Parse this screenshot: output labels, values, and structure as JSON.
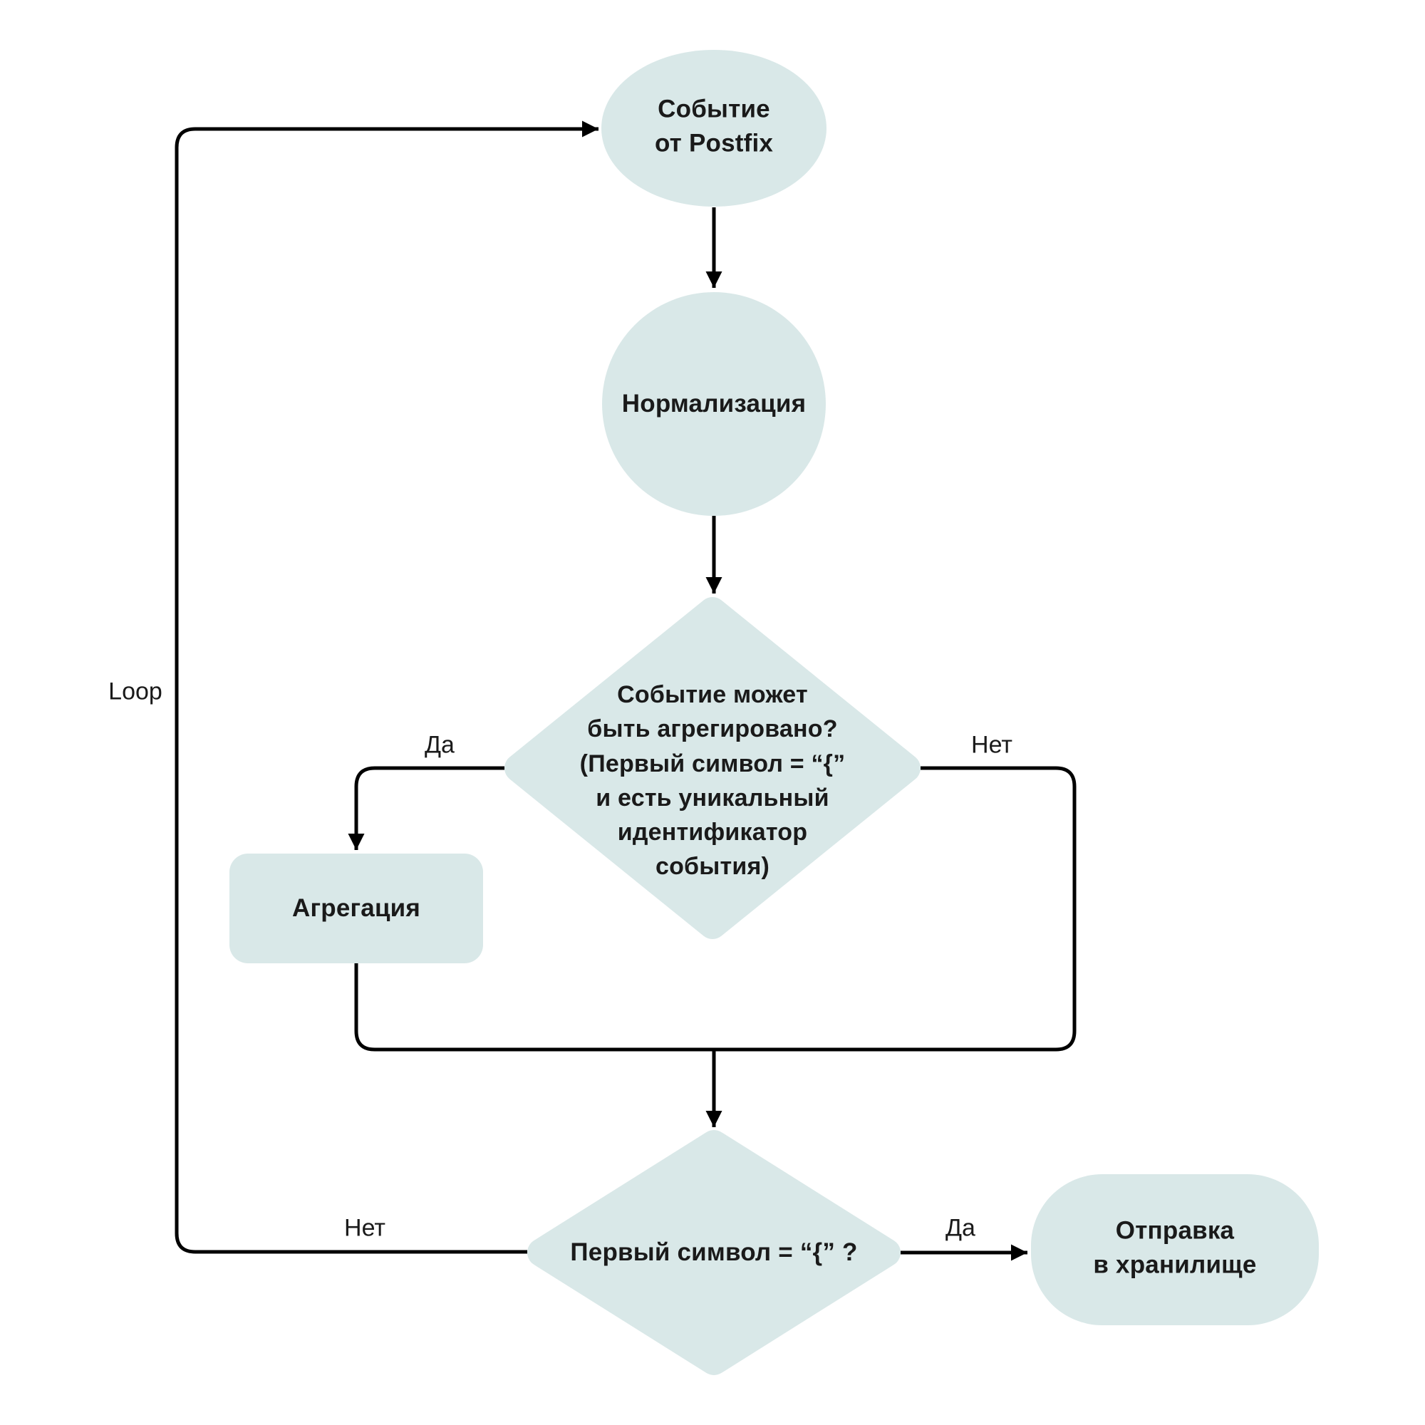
{
  "diagram": {
    "title": "Postfix event processing flowchart",
    "nodes": {
      "start": {
        "label": "Событие\nот Postfix",
        "shape": "ellipse"
      },
      "normalization": {
        "label": "Нормализация",
        "shape": "circle"
      },
      "aggregate_decision": {
        "label": "Событие может\nбыть агрегировано?\n(Первый символ  = “{”\nи есть уникальный\nидентификатор\nсобытия)",
        "shape": "diamond"
      },
      "aggregation": {
        "label": "Агрегация",
        "shape": "rounded-rect"
      },
      "first_char_decision": {
        "label": "Первый символ  = “{” ?",
        "shape": "diamond"
      },
      "storage": {
        "label": "Отправка\nв хранилище",
        "shape": "stadium"
      }
    },
    "edge_labels": {
      "aggregate_yes": "Да",
      "aggregate_no": "Нет",
      "first_char_yes": "Да",
      "first_char_no": "Нет",
      "loop": "Loop"
    },
    "colors": {
      "node_fill": "#d9e8e8",
      "line": "#000000",
      "text": "#1a1a1a"
    }
  }
}
